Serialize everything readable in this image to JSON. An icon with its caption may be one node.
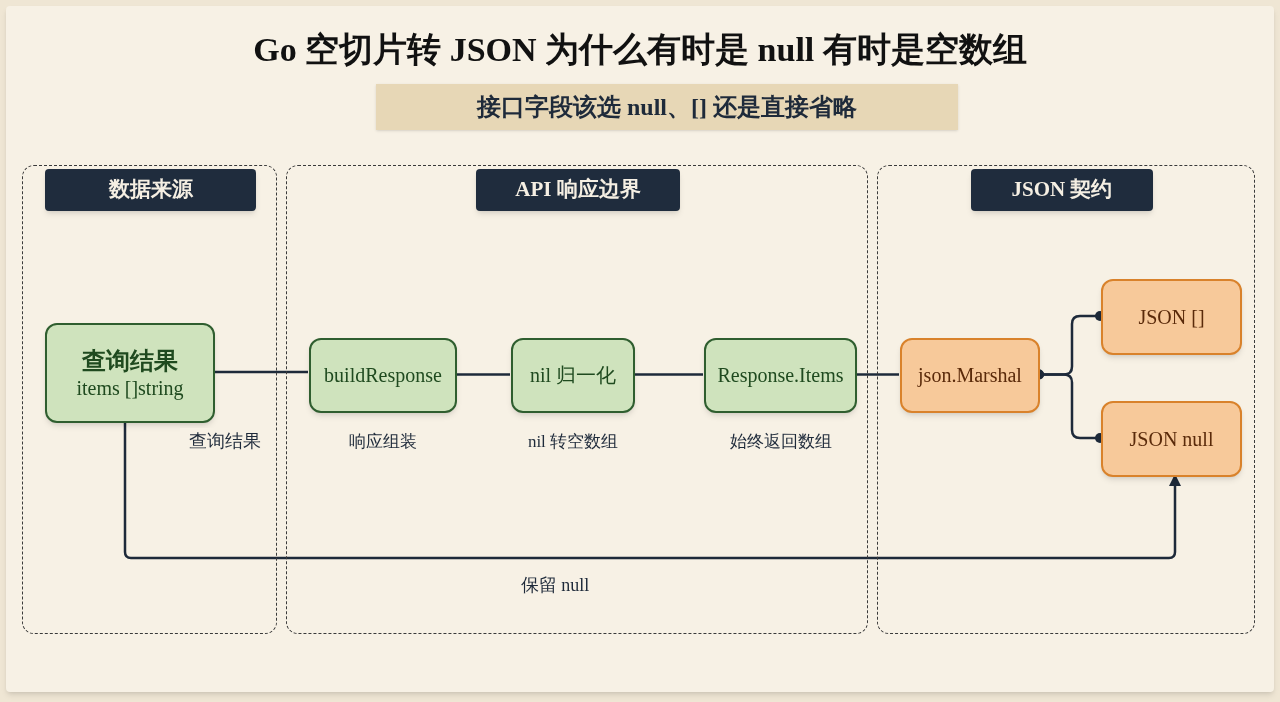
{
  "diagram": {
    "title": "Go 空切片转 JSON 为什么有时是 null 有时是空数组",
    "nodes": [
      {
        "text": [
          "数据来源"
        ]
      },
      {
        "text": [
          "API 响应边界"
        ]
      },
      {
        "text": [
          "JSON 契约"
        ]
      },
      {
        "text": [
          "查询结果",
          "items []string"
        ],
        "in": 0
      },
      {
        "text": [
          "buildResponse"
        ],
        "in": 1,
        "beside": [
          "响应组装"
        ]
      },
      {
        "text": [
          "nil 归一化"
        ],
        "in": 1,
        "beside": [
          "nil 转空数组"
        ]
      },
      {
        "text": [
          "Response.Items"
        ],
        "in": 1,
        "beside": [
          "始终返回数组"
        ]
      },
      {
        "text": [
          "json.Marshal"
        ],
        "in": 2
      },
      {
        "text": [
          "JSON []"
        ],
        "in": 2
      },
      {
        "text": [
          "JSON null"
        ],
        "in": 2
      }
    ],
    "edges": [
      {
        "from": 3,
        "to": 4,
        "arrow": "none",
        "label": "查询结果"
      },
      {
        "from": 4,
        "to": 5,
        "arrow": "none"
      },
      {
        "from": 5,
        "to": 6,
        "arrow": "none"
      },
      {
        "from": 6,
        "to": 7,
        "arrow": "none"
      },
      {
        "from": 7,
        "to": 8,
        "arrow": "other"
      },
      {
        "from": 7,
        "to": 9,
        "arrow": "other"
      },
      {
        "from": 3,
        "to": 9,
        "arrow": "to",
        "label": "保留 null"
      }
    ],
    "labels": [
      "接口字段该选 null、[] 还是直接省略"
    ]
  }
}
